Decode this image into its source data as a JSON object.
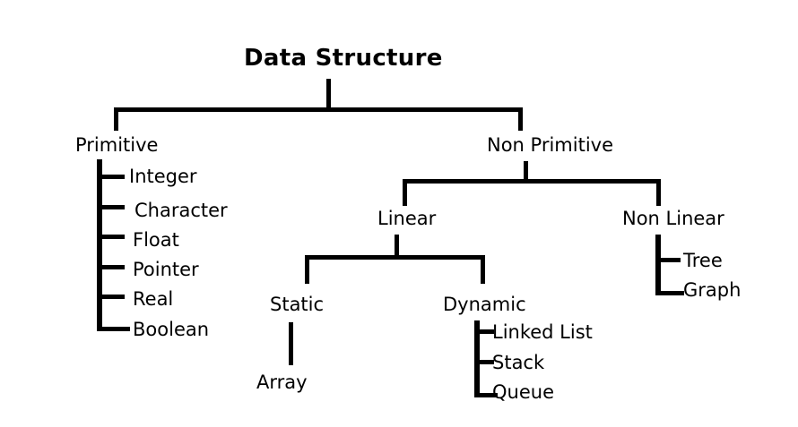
{
  "diagram": {
    "title": "Data Structure",
    "type": "hierarchy-tree",
    "background_color": "#ffffff",
    "line_color": "#000000",
    "text_color": "#000000",
    "root": {
      "label": "Data Structure",
      "children": [
        {
          "label": "Primitive",
          "children": [
            {
              "label": "Integer"
            },
            {
              "label": "Character"
            },
            {
              "label": "Float"
            },
            {
              "label": "Pointer"
            },
            {
              "label": "Real"
            },
            {
              "label": "Boolean"
            }
          ]
        },
        {
          "label": "Non Primitive",
          "children": [
            {
              "label": "Linear",
              "children": [
                {
                  "label": "Static",
                  "children": [
                    {
                      "label": "Array"
                    }
                  ]
                },
                {
                  "label": "Dynamic",
                  "children": [
                    {
                      "label": "Linked List"
                    },
                    {
                      "label": "Stack"
                    },
                    {
                      "label": "Queue"
                    }
                  ]
                }
              ]
            },
            {
              "label": "Non Linear",
              "children": [
                {
                  "label": "Tree"
                },
                {
                  "label": "Graph"
                }
              ]
            }
          ]
        }
      ]
    },
    "labels": {
      "root": "Data Structure",
      "primitive": "Primitive",
      "integer": "Integer",
      "character": "Character",
      "float": "Float",
      "pointer": "Pointer",
      "real": "Real",
      "boolean": "Boolean",
      "non_primitive": "Non Primitive",
      "linear": "Linear",
      "non_linear": "Non Linear",
      "static": "Static",
      "dynamic": "Dynamic",
      "array": "Array",
      "linked_list": "Linked List",
      "stack": "Stack",
      "queue": "Queue",
      "tree": "Tree",
      "graph": "Graph"
    }
  }
}
